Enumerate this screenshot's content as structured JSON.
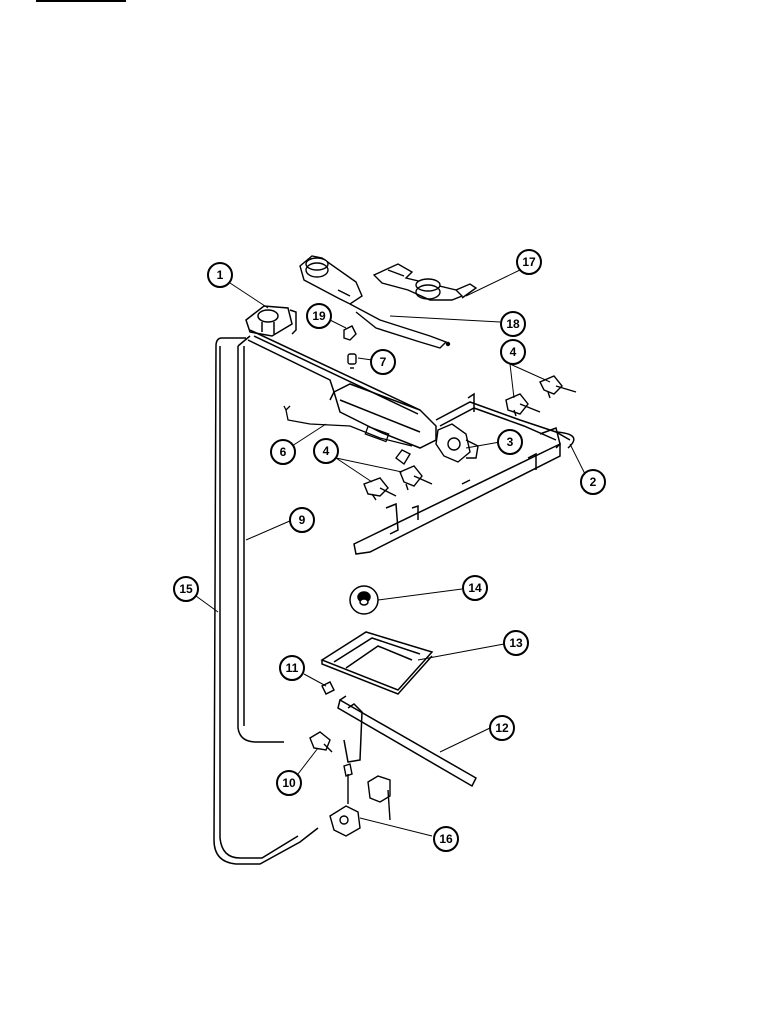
{
  "diagram": {
    "callouts": [
      {
        "id": "1",
        "label": "1"
      },
      {
        "id": "2",
        "label": "2"
      },
      {
        "id": "3",
        "label": "3"
      },
      {
        "id": "4a",
        "label": "4"
      },
      {
        "id": "4b",
        "label": "4"
      },
      {
        "id": "6",
        "label": "6"
      },
      {
        "id": "7",
        "label": "7"
      },
      {
        "id": "9",
        "label": "9"
      },
      {
        "id": "10",
        "label": "10"
      },
      {
        "id": "11",
        "label": "11"
      },
      {
        "id": "12",
        "label": "12"
      },
      {
        "id": "13",
        "label": "13"
      },
      {
        "id": "14",
        "label": "14"
      },
      {
        "id": "15",
        "label": "15"
      },
      {
        "id": "16",
        "label": "16"
      },
      {
        "id": "17",
        "label": "17"
      },
      {
        "id": "18",
        "label": "18"
      },
      {
        "id": "19",
        "label": "19"
      }
    ]
  }
}
